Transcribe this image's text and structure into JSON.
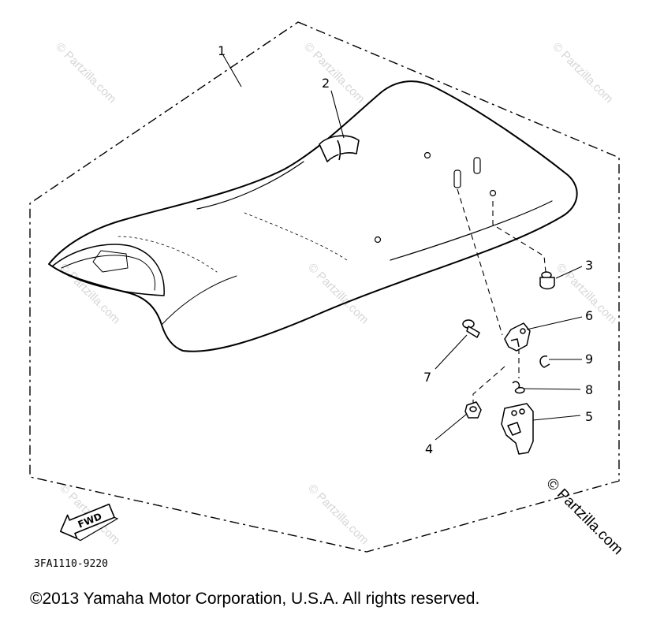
{
  "callouts": [
    {
      "id": "1",
      "label": "1"
    },
    {
      "id": "2",
      "label": "2"
    },
    {
      "id": "3",
      "label": "3"
    },
    {
      "id": "4",
      "label": "4"
    },
    {
      "id": "5",
      "label": "5"
    },
    {
      "id": "6",
      "label": "6"
    },
    {
      "id": "7",
      "label": "7"
    },
    {
      "id": "8",
      "label": "8"
    },
    {
      "id": "9",
      "label": "9"
    }
  ],
  "fwd_label": "FWD",
  "diagram_code": "3FA1110-9220",
  "watermark_text": "© Partzilla.com",
  "copyright": "©2013  Yamaha Motor Corporation, U.S.A. All rights reserved."
}
